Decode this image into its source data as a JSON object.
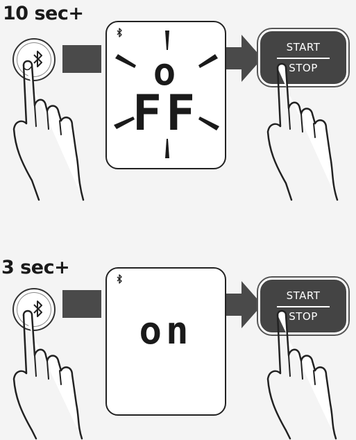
{
  "steps": [
    {
      "duration_label": "10 sec+",
      "display_line1": "o",
      "display_line2": "FF",
      "button_start": "START",
      "button_stop": "STOP"
    },
    {
      "duration_label": "3 sec+",
      "display_text": "on",
      "button_start": "START",
      "button_stop": "STOP"
    }
  ],
  "icons": {
    "bluetooth": "bluetooth-icon",
    "blink_rays": "blink-ray-icons",
    "arrow": "arrow-right-icon",
    "hand": "pointing-hand-icon"
  },
  "colors": {
    "dark": "#444444",
    "connector": "#4a4a4a",
    "ink": "#1a1a1a",
    "background": "#f4f4f4"
  }
}
